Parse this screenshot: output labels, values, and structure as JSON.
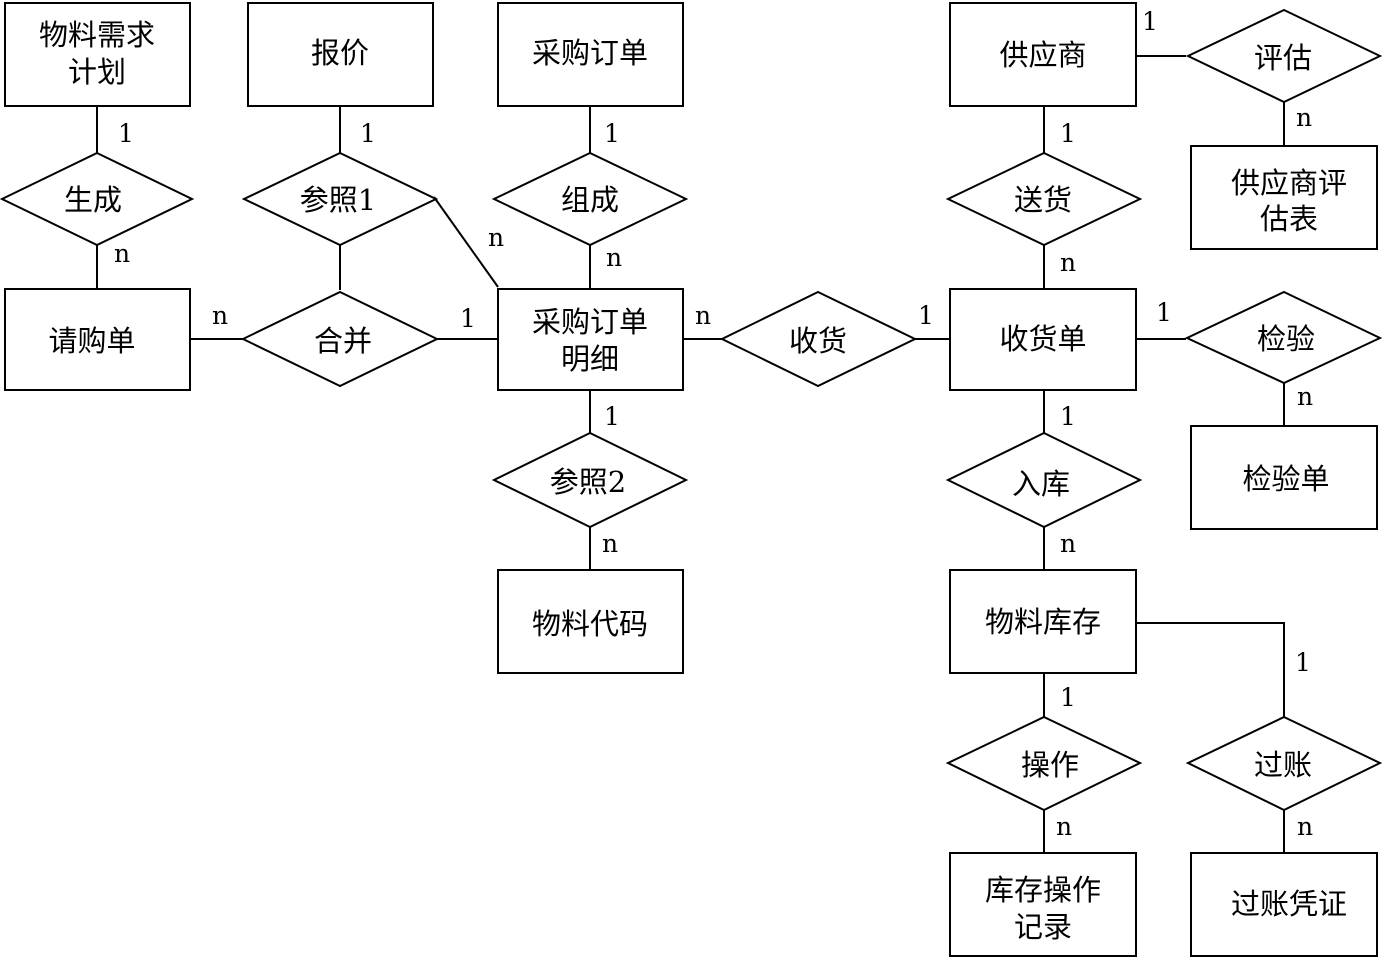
{
  "entities": {
    "material_plan": [
      "物料需求",
      "计划"
    ],
    "quotation": [
      "报价"
    ],
    "purchase_order": [
      "采购订单"
    ],
    "supplier": [
      "供应商"
    ],
    "supplier_eval_form": [
      "供应商评",
      "估表"
    ],
    "requisition": [
      "请购单"
    ],
    "po_detail": [
      "采购订单",
      "明细"
    ],
    "receipt": [
      "收货单"
    ],
    "inspection_form": [
      "检验单"
    ],
    "material_code": [
      "物料代码"
    ],
    "inventory": [
      "物料库存"
    ],
    "inventory_op_record": [
      "库存操作",
      "记录"
    ],
    "posting_voucher": [
      "过账凭证"
    ]
  },
  "relationships": {
    "generate": "生成",
    "reference1": "参照1",
    "compose": "组成",
    "evaluate": "评估",
    "deliver": "送货",
    "merge": "合并",
    "receive": "收货",
    "inspect": "检验",
    "reference2": "参照2",
    "stock_in": "入库",
    "operate": "操作",
    "post": "过账"
  },
  "cardinalities": {
    "plan_generate": "1",
    "generate_requisition": "n",
    "quote_ref1": "1",
    "ref1_detail": "n",
    "po_compose": "1",
    "compose_detail": "n",
    "supplier_eval": "1",
    "eval_form": "n",
    "supplier_deliver": "1",
    "deliver_receipt": "n",
    "requisition_merge": "n",
    "merge_detail": "1",
    "detail_receive": "n",
    "receive_receipt": "1",
    "receipt_inspect": "1",
    "inspect_form": "n",
    "detail_ref2": "1",
    "ref2_code": "n",
    "receipt_stockin": "1",
    "stockin_inventory": "n",
    "inventory_post": "1",
    "inventory_operate": "1",
    "operate_record": "n",
    "post_voucher": "n"
  }
}
